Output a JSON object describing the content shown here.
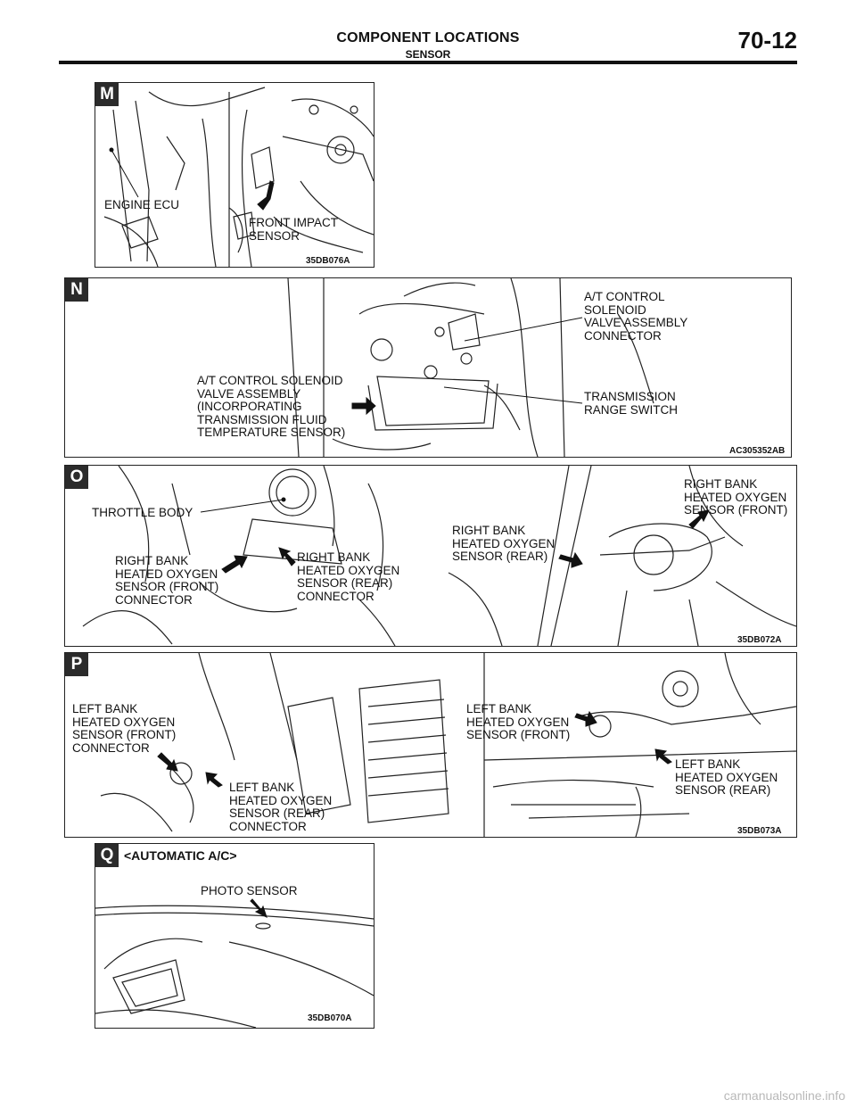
{
  "header": {
    "title": "COMPONENT LOCATIONS",
    "subtitle": "SENSOR",
    "page_number": "70-12"
  },
  "panels": {
    "M": {
      "letter": "M",
      "code": "35DB076A",
      "labels": {
        "engine_ecu": "ENGINE ECU",
        "front_impact": "FRONT IMPACT\nSENSOR"
      }
    },
    "N": {
      "letter": "N",
      "code": "AC305352AB",
      "labels": {
        "solenoid_connector": "A/T CONTROL\nSOLENOID\nVALVE ASSEMBLY\nCONNECTOR",
        "solenoid_valve": "A/T CONTROL SOLENOID\nVALVE ASSEMBLY\n(INCORPORATING\nTRANSMISSION FLUID\nTEMPERATURE SENSOR)",
        "range_switch": "TRANSMISSION\nRANGE SWITCH"
      }
    },
    "O": {
      "letter": "O",
      "code": "35DB072A",
      "labels": {
        "throttle_body": "THROTTLE BODY",
        "rb_front_connector": "RIGHT BANK\nHEATED OXYGEN\nSENSOR (FRONT)\nCONNECTOR",
        "rb_rear_connector": "RIGHT BANK\nHEATED OXYGEN\nSENSOR (REAR)\nCONNECTOR",
        "rb_rear": "RIGHT BANK\nHEATED OXYGEN\nSENSOR (REAR)",
        "rb_front": "RIGHT BANK\nHEATED OXYGEN\nSENSOR (FRONT)"
      }
    },
    "P": {
      "letter": "P",
      "code": "35DB073A",
      "labels": {
        "lb_front_connector": "LEFT BANK\nHEATED OXYGEN\nSENSOR (FRONT)\nCONNECTOR",
        "lb_rear_connector": "LEFT BANK\nHEATED OXYGEN\nSENSOR (REAR)\nCONNECTOR",
        "lb_front": "LEFT BANK\nHEATED OXYGEN\nSENSOR (FRONT)",
        "lb_rear": "LEFT BANK\nHEATED OXYGEN\nSENSOR (REAR)"
      }
    },
    "Q": {
      "letter": "Q",
      "code": "35DB070A",
      "heading": "<AUTOMATIC A/C>",
      "labels": {
        "photo_sensor": "PHOTO SENSOR"
      }
    }
  },
  "watermark": "carmanualsonline.info"
}
